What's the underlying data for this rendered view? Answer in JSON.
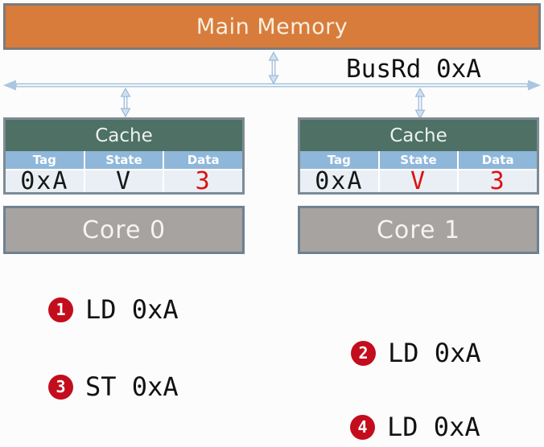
{
  "memory": {
    "label": "Main Memory"
  },
  "bus": {
    "label": "BusRd 0xA"
  },
  "caches": [
    {
      "title": "Cache",
      "columns": [
        "Tag",
        "State",
        "Data"
      ],
      "row": {
        "tag": "0xA",
        "state": "V",
        "data": "3"
      },
      "row_colors": {
        "tag": "#171717",
        "state": "#171717",
        "data": "#dd1111"
      }
    },
    {
      "title": "Cache",
      "columns": [
        "Tag",
        "State",
        "Data"
      ],
      "row": {
        "tag": "0xA",
        "state": "V",
        "data": "3"
      },
      "row_colors": {
        "tag": "#171717",
        "state": "#dd1111",
        "data": "#dd1111"
      }
    }
  ],
  "cores": [
    {
      "label": "Core 0"
    },
    {
      "label": "Core 1"
    }
  ],
  "operations": [
    {
      "num": "1",
      "text": "LD 0xA"
    },
    {
      "num": "2",
      "text": "LD 0xA"
    },
    {
      "num": "3",
      "text": "ST 0xA"
    },
    {
      "num": "4",
      "text": "LD 0xA"
    }
  ],
  "icons": {
    "bus": "double-headed-horizontal-arrow",
    "memory_link": "double-headed-vertical-arrow",
    "cache_links": "double-headed-vertical-arrow"
  },
  "colors": {
    "memory_fill": "#d87c3c",
    "memory_border": "#7b7b7b",
    "cache_header_fill": "#4e7065",
    "table_header_fill": "#8fb7d9",
    "table_row_fill": "#e9eff5",
    "cache_border": "#7e8b95",
    "core_fill": "#a6a3a1",
    "core_border": "#6e8191",
    "arrow_blue": "#abc6e1",
    "highlight_red": "#dd1111",
    "badge_red": "#c30d1d"
  }
}
